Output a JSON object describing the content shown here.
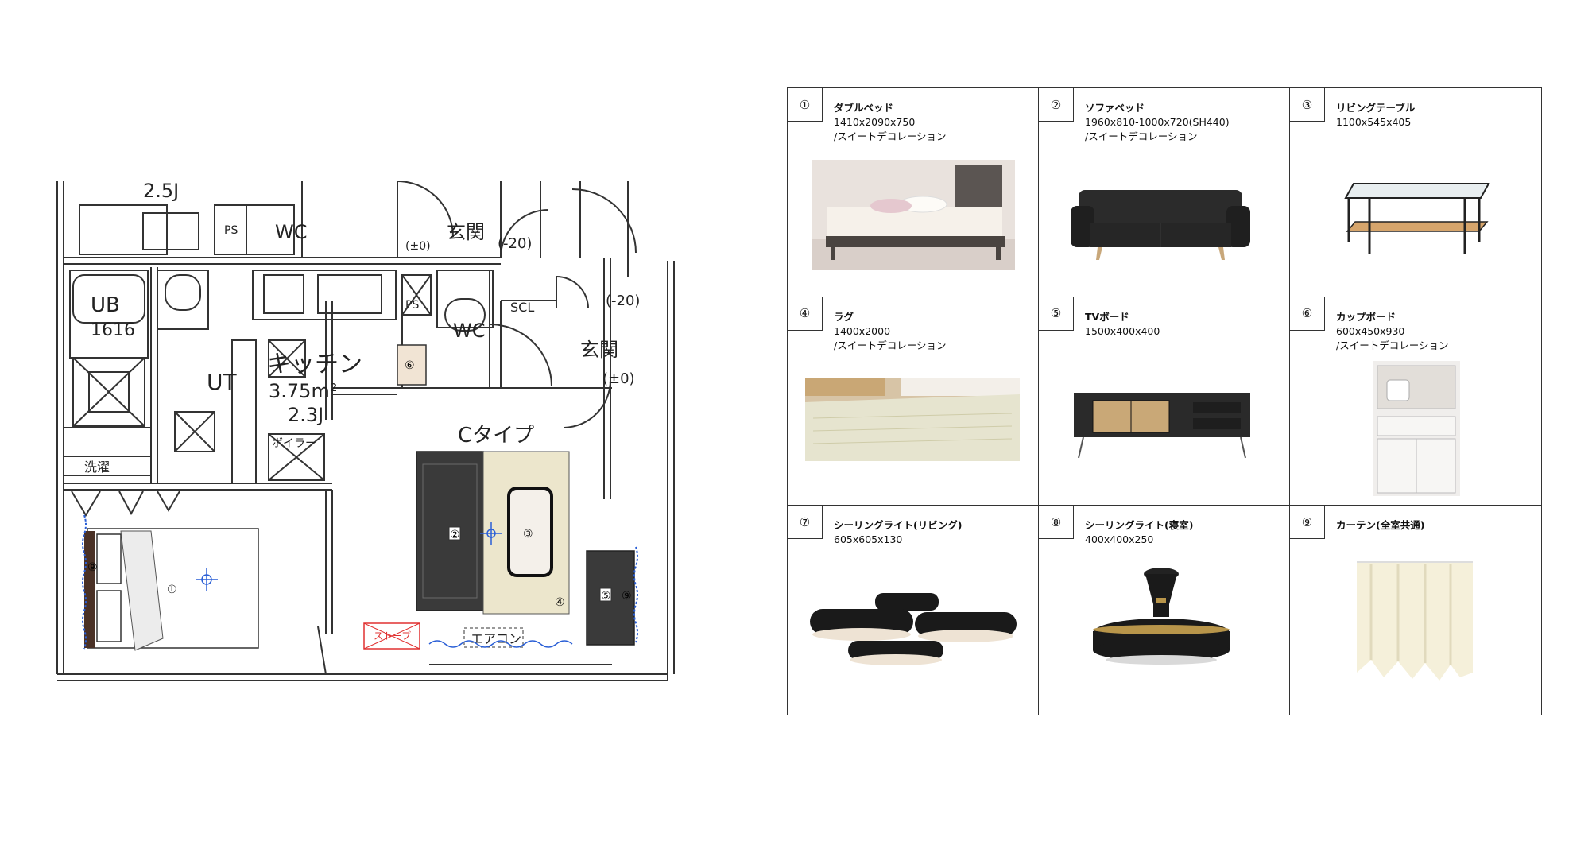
{
  "plan": {
    "room_labels": {
      "top_area": "2.5J",
      "ub": "UB",
      "ub_size": "1616",
      "ut": "UT",
      "kitchen": "キッチン",
      "kitchen_area": "3.75m²",
      "kitchen_j": "2.3J",
      "genkan_top": "玄関",
      "genkan_right": "玄関",
      "level_top": "(-20)",
      "level_right": "(-20)",
      "level_zero": "(±0)",
      "level_small": "(±0)",
      "wc_top": "WC",
      "wc_mid": "WC",
      "ps_top": "PS",
      "ps_mid": "PS",
      "scl": "SCL",
      "type": "Cタイプ",
      "stove": "ストーブ",
      "aircon": "エアコン",
      "boiler": "ボイラー",
      "laundry": "洗濯"
    },
    "markers": {
      "bed": "①",
      "sofa": "②",
      "table": "③",
      "rug": "④",
      "tv": "⑤",
      "cupboard": "⑥",
      "curtain_left": "⑨",
      "curtain_right": "⑨"
    }
  },
  "items": [
    {
      "num": "①",
      "name": "ダブルベッド",
      "size": "1410x2090x750",
      "brand": "/スイートデコレーション",
      "icon": "double-bed-photo"
    },
    {
      "num": "②",
      "name": "ソファベッド",
      "size": "1960x810-1000x720(SH440)",
      "brand": "/スイートデコレーション",
      "icon": "sofa-bed-photo"
    },
    {
      "num": "③",
      "name": "リビングテーブル",
      "size": "1100x545x405",
      "brand": "",
      "icon": "living-table-photo"
    },
    {
      "num": "④",
      "name": "ラグ",
      "size": "1400x2000",
      "brand": "/スイートデコレーション",
      "icon": "rug-photo"
    },
    {
      "num": "⑤",
      "name": "TVボード",
      "size": "1500x400x400",
      "brand": "",
      "icon": "tv-board-photo"
    },
    {
      "num": "⑥",
      "name": "カップボード",
      "size": "600x450x930",
      "brand": "/スイートデコレーション",
      "icon": "cupboard-photo"
    },
    {
      "num": "⑦",
      "name": "シーリングライト(リビング)",
      "size": "605x605x130",
      "brand": "",
      "icon": "ceiling-light-living-photo"
    },
    {
      "num": "⑧",
      "name": "シーリングライト(寝室)",
      "size": "400x400x250",
      "brand": "",
      "icon": "ceiling-light-bedroom-photo"
    },
    {
      "num": "⑨",
      "name": "カーテン(全室共通)",
      "size": "",
      "brand": "",
      "icon": "curtain-photo"
    }
  ],
  "colors": {
    "line": "#333333",
    "sofa": "#3a3a3a",
    "rug": "#ece6cc",
    "cupboard": "#f1e4d4",
    "stove": "#e03030",
    "curtain": "#2a5fd6",
    "crosshair": "#2a5fd6"
  }
}
